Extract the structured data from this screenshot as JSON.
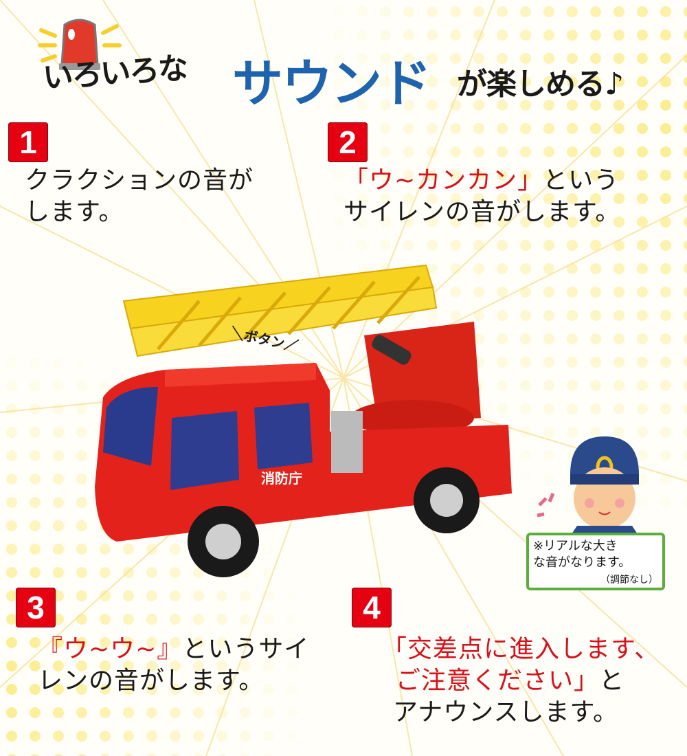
{
  "header": {
    "prefix": "いろいろな",
    "highlight": "サウンド",
    "suffix": "が楽しめる♪",
    "icon": "rotating-siren-icon",
    "highlight_color": "#1e63ad"
  },
  "features": [
    {
      "number": "1",
      "line1": "クラクションの音が",
      "line2": "します。"
    },
    {
      "number": "2",
      "quote": "「ウ~カンカン」",
      "line1_rest": "という",
      "line2": "サイレンの音がします。"
    },
    {
      "number": "3",
      "quote": "『ウ~ウ~』",
      "line1_rest": "というサイ",
      "line2": "レンの音がします。"
    },
    {
      "number": "4",
      "quote_line1": "「交差点に進入します、",
      "quote_line2": "ご注意ください」",
      "line2_rest": "と",
      "line3": "アナウンスします。"
    }
  ],
  "product": {
    "name": "fire-engine-toy",
    "side_label": "消防庁",
    "button_callout": "＼ボタン／"
  },
  "note_sign": {
    "line1": "※リアルな大き",
    "line2": "な音がなります。",
    "line3": "（調節なし）"
  },
  "colors": {
    "badge": "#e50012",
    "accent_red": "#d5121b",
    "sign_border": "#5aae3a",
    "ladder": "#f7d21e",
    "truck": "#e3231b"
  }
}
